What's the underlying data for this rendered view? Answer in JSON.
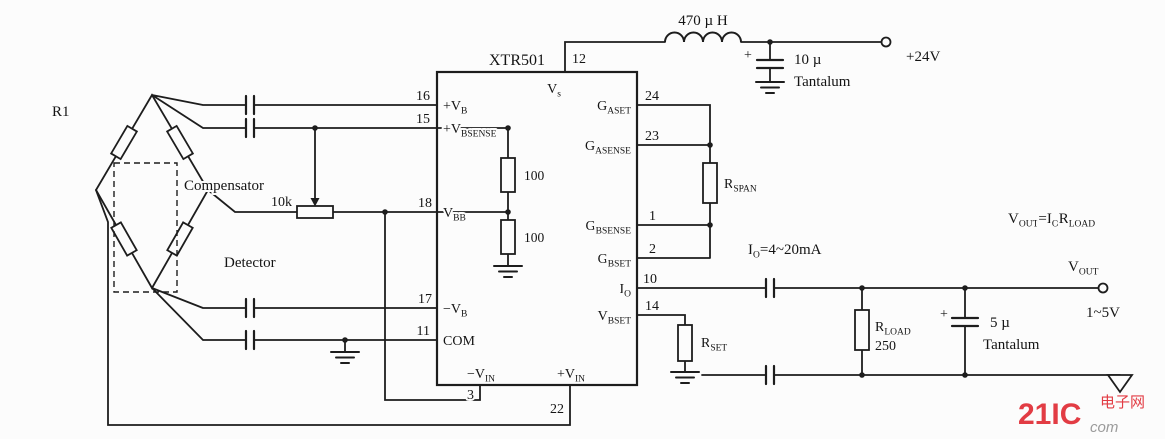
{
  "ic": {
    "name": "XTR501",
    "top_pin": {
      "num": "12",
      "main": "V",
      "sub": "s"
    },
    "left_pins": [
      {
        "num": "16",
        "main": "+V",
        "sub": "B"
      },
      {
        "num": "15",
        "main": "+V",
        "sub": "BSENSE"
      },
      {
        "num": "18",
        "main": "V",
        "sub": "BB"
      },
      {
        "num": "17",
        "main": "−V",
        "sub": "B"
      },
      {
        "num": "11",
        "main": "COM",
        "sub": ""
      }
    ],
    "bottom_pins": [
      {
        "num": "3",
        "main": "−V",
        "sub": "IN"
      },
      {
        "num": "22",
        "main": "+V",
        "sub": "IN"
      }
    ],
    "right_pins": [
      {
        "num": "24",
        "main": "G",
        "sub": "ASET"
      },
      {
        "num": "23",
        "main": "G",
        "sub": "ASENSE"
      },
      {
        "num": "1",
        "main": "G",
        "sub": "BSENSE"
      },
      {
        "num": "2",
        "main": "G",
        "sub": "BSET"
      },
      {
        "num": "10",
        "main": "I",
        "sub": "O"
      },
      {
        "num": "14",
        "main": "V",
        "sub": "BSET"
      }
    ],
    "internal_resistors": [
      "100",
      "100"
    ]
  },
  "bridge": {
    "r1": "R1",
    "compensator": "Compensator",
    "detector": "Detector"
  },
  "offset_pot": "10k",
  "supply": {
    "inductor": "470 µ H",
    "cap_value": "10 µ",
    "cap_type": "Tantalum",
    "cap_polarity": "+",
    "rail": "+24V"
  },
  "gain": {
    "rspan_main": "R",
    "rspan_sub": "SPAN"
  },
  "output": {
    "current_main": "I",
    "current_sub": "O",
    "current_eq": "=4~20mA",
    "rset_main": "R",
    "rset_sub": "SET",
    "rload_main": "R",
    "rload_sub": "LOAD",
    "rload_value": "250",
    "cap_value": "5 µ",
    "cap_type": "Tantalum",
    "cap_polarity": "+",
    "vout_main": "V",
    "vout_sub": "OUT",
    "vout_range": "1~5V",
    "equation": {
      "v": "V",
      "v_sub": "OUT",
      "eq_i": "=I",
      "i_sub": "O",
      "r": "R",
      "r_sub": "LOAD"
    }
  },
  "watermark": {
    "brand": "21IC",
    "site": "电子网",
    "tail": "com"
  }
}
